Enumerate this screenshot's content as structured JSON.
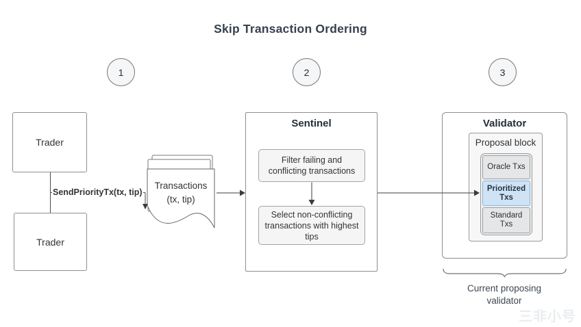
{
  "title": "Skip Transaction Ordering",
  "steps": [
    "1",
    "2",
    "3"
  ],
  "traders": {
    "top_label": "Trader",
    "bottom_label": "Trader"
  },
  "connector_label": "SendPriorityTx(tx, tip)",
  "transactions": {
    "line1": "Transactions",
    "line2": "(tx, tip)"
  },
  "sentinel": {
    "title": "Sentinel",
    "step1": "Filter failing and conflicting transactions",
    "step2": "Select non-conflicting transactions with highest tips"
  },
  "validator": {
    "title": "Validator",
    "proposal_label": "Proposal block",
    "blocks": [
      {
        "label": "Oracle Txs"
      },
      {
        "label": "Prioritized Txs"
      },
      {
        "label": "Standard Txs"
      }
    ],
    "caption": "Current proposing validator"
  },
  "watermark": "三非小号",
  "colors": {
    "title_text": "#36424e",
    "box_border": "#8d8d8d",
    "subprocess_fill": "#f5f5f5",
    "prioritized_fill": "#cfe3f5",
    "standard_fill": "#e4e6e7",
    "arrow": "#3b3b3b"
  }
}
